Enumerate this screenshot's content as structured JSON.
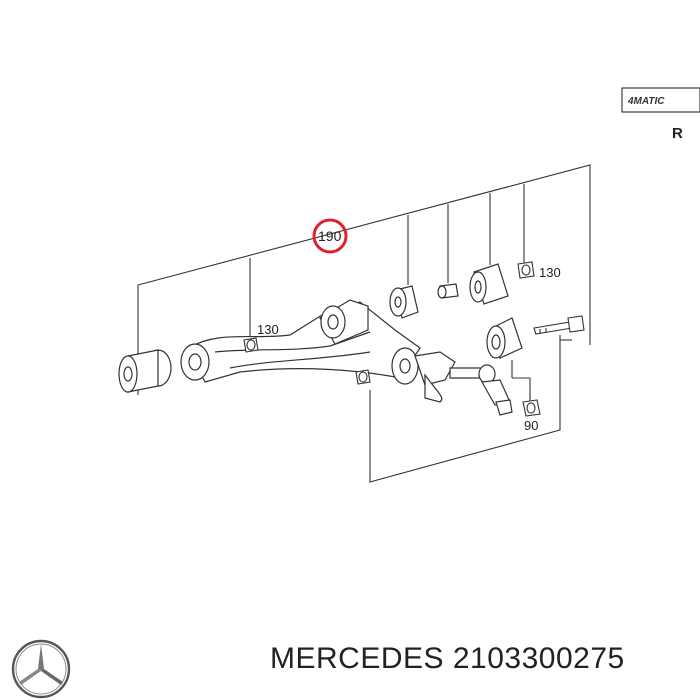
{
  "diagram": {
    "badge": "4MATIC",
    "side": "R",
    "callouts": {
      "main": "190",
      "nut_upper": "130",
      "nut_left": "130",
      "nut_lower": "90"
    }
  },
  "caption": {
    "brand": "MERCEDES",
    "part_number": "2103300275"
  },
  "colors": {
    "highlight": "#e0202a",
    "line": "#333333"
  },
  "icons": [
    "mercedes-star-logo"
  ]
}
